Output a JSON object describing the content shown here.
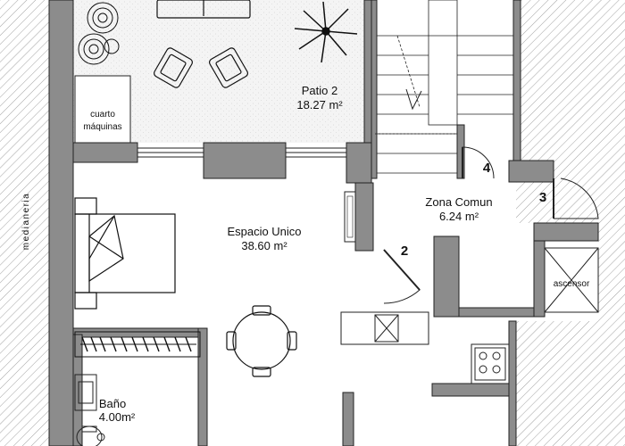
{
  "plan": {
    "rooms": {
      "patio": {
        "name": "Patio 2",
        "area": "18.27 m²"
      },
      "espacio": {
        "name": "Espacio Unico",
        "area": "38.60 m²"
      },
      "zona": {
        "name": "Zona Comun",
        "area": "6.24 m²"
      },
      "bano": {
        "name": "Baño",
        "area": "4.00m²"
      }
    },
    "cuarto_line1": "cuarto",
    "cuarto_line2": "máquinas",
    "ascensor": "ascensor",
    "medianeria": "medianeria",
    "door_numbers": [
      "2",
      "3",
      "4"
    ]
  },
  "colors": {
    "wall": "#8c8c8c",
    "wall_stroke": "#222222",
    "hatch": "#777777",
    "furniture": "#111111",
    "paving": "#ededed"
  }
}
